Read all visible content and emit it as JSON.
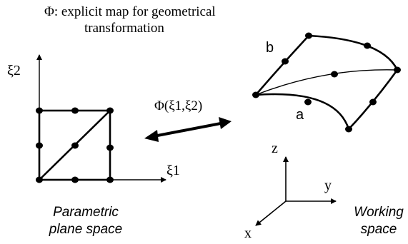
{
  "title": {
    "line1": "Φ: explicit map for geometrical",
    "line2": "transformation"
  },
  "parametric": {
    "axis_xi2": "ξ2",
    "axis_xi1": "ξ1",
    "caption_line1": "Parametric",
    "caption_line2": "plane space"
  },
  "mapping": {
    "label": "Φ(ξ1,ξ2)"
  },
  "working": {
    "edge_b": "b",
    "edge_a": "a",
    "axis_z": "z",
    "axis_y": "y",
    "axis_x": "x",
    "caption_line1": "Working",
    "caption_line2": "space"
  }
}
